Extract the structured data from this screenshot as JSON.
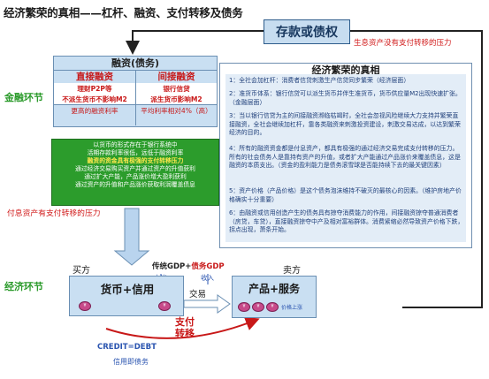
{
  "title": "经济繁荣的真相——杠杆、融资、支付转移及债务",
  "debt_box": "存款或债权",
  "note_top": "生息资产没有支付转移的压力",
  "label_finance": "金融环节",
  "label_economy": "经济环节",
  "finance_table": {
    "title": "融资(债务)",
    "direct": "直接融资",
    "indirect": "间接融资",
    "direct_example": "理财P2P等",
    "indirect_example": "银行信贷",
    "direct_m2": "不派生货币不影响M2",
    "indirect_m2": "派生货币影响M2",
    "direct_rate": "更高的融资利率",
    "indirect_rate": "平均利率相对4%（高）"
  },
  "green_box": {
    "l1": "以货币的形式存在于银行系统中",
    "l2": "活期存款利率很低，远低于融资利率",
    "l3": "融资的资金具有极强的支付转移压力",
    "l4": "通过经济交易购买资产并通过资产的升值获利",
    "l5": "通过扩大产能，产品涨价增大盈利获利",
    "l6": "通过资产的升值和产品涨价获取利润覆盖债息"
  },
  "pay_pressure": "付息资产有支付转移的压力",
  "panel": {
    "title": "经济繁荣的真相",
    "items": [
      "1：全社会加杠杆：消费者信贷刺激生产信贷同步繁荣（经济层面）",
      "2：准货币体系：银行信贷可以派生货币并伴生准货币，货币供应量M2出现快速扩张。（金融层面）",
      "3：当以银行信贷为主的间接融资濒临枯竭时，全社会忽视风险继续大力支持并繁荣直接融资，全社会继续加杠杆，靠各类融资来刺激投资建设，刺激交易达成，以达到繁荣经济的目的。",
      "4：所有的融资资金都是付息资产，都具有极强的通过经济交易完成支付转移的压力。所有的社会债务人是靠持有资产的升值，或者扩大产能通过产品涨价来覆盖债息，这是融资的本质支出。（资金的盈利能力是债务滚雪球是否能持续下去的最关键因素）",
      "5：资产价格（产品价格）是这个债务泡沫维持不破灭的最核心的因素。（维护房地产价格确实十分重要）",
      "6：由融资或信用创造产生的债务具有掠夺消费能力的作用，间接融资掠夺普通消费者（房贷，车贷），直接融资掠夺中产及相对富裕群体。消费紧缩必然导致资产价格下跌，拐点出现，萧条开始。"
    ]
  },
  "gdp_label": "传统GDP+债务GDP",
  "buyer": "买方",
  "seller": "卖方",
  "outflow": "支出",
  "inflow": "收入",
  "trade": "交易",
  "money_credit": "货币+信用",
  "product_service": "产品+服务",
  "price_up": "价格上涨",
  "pay_transfer": "支付转移",
  "credit_debt": "CREDIT=DEBT",
  "credit_is_debt": "信用即债务",
  "colors": {
    "green": "#2c9c2c",
    "red": "#d11a1a",
    "light_blue": "#c9dff2",
    "navy": "#17375e",
    "panel_text": "#1f3f7a"
  }
}
